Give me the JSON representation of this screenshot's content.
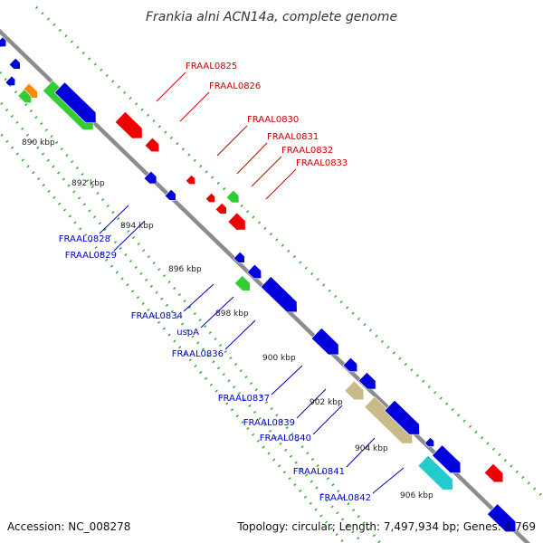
{
  "title": "Frankia alni ACN14a, complete genome",
  "footer": {
    "accession": "Accession: NC_008278",
    "summary": "Topology: circular; Length: 7,497,934 bp; Genes: 6,769"
  },
  "colors": {
    "backbone": "#8c8c8c",
    "forward_gene": "#ee0000",
    "reverse_gene": "#0000dd",
    "green_gene": "#33cc33",
    "orange_gene": "#ff8800",
    "olive_gene": "#c8bb88",
    "cyan_gene": "#22cccc",
    "forward_label": "#cc0000",
    "reverse_label": "#0000cc",
    "dotted_track": "#33aa33"
  },
  "scale_labels": [
    "890 kbp",
    "892 kbp",
    "894 kbp",
    "896 kbp",
    "898 kbp",
    "900 kbp",
    "902 kbp",
    "904 kbp",
    "906 kbp"
  ],
  "forward_labels": [
    "FRAAL0825",
    "FRAAL0826",
    "FRAAL0830",
    "FRAAL0831",
    "FRAAL0832",
    "FRAAL0833"
  ],
  "reverse_labels": [
    "FRAAL0828",
    "FRAAL0829",
    "FRAAL0834",
    "uspA",
    "FRAAL0836",
    "FRAAL0837",
    "FRAAL0839",
    "FRAAL0840",
    "FRAAL0841",
    "FRAAL0842"
  ]
}
